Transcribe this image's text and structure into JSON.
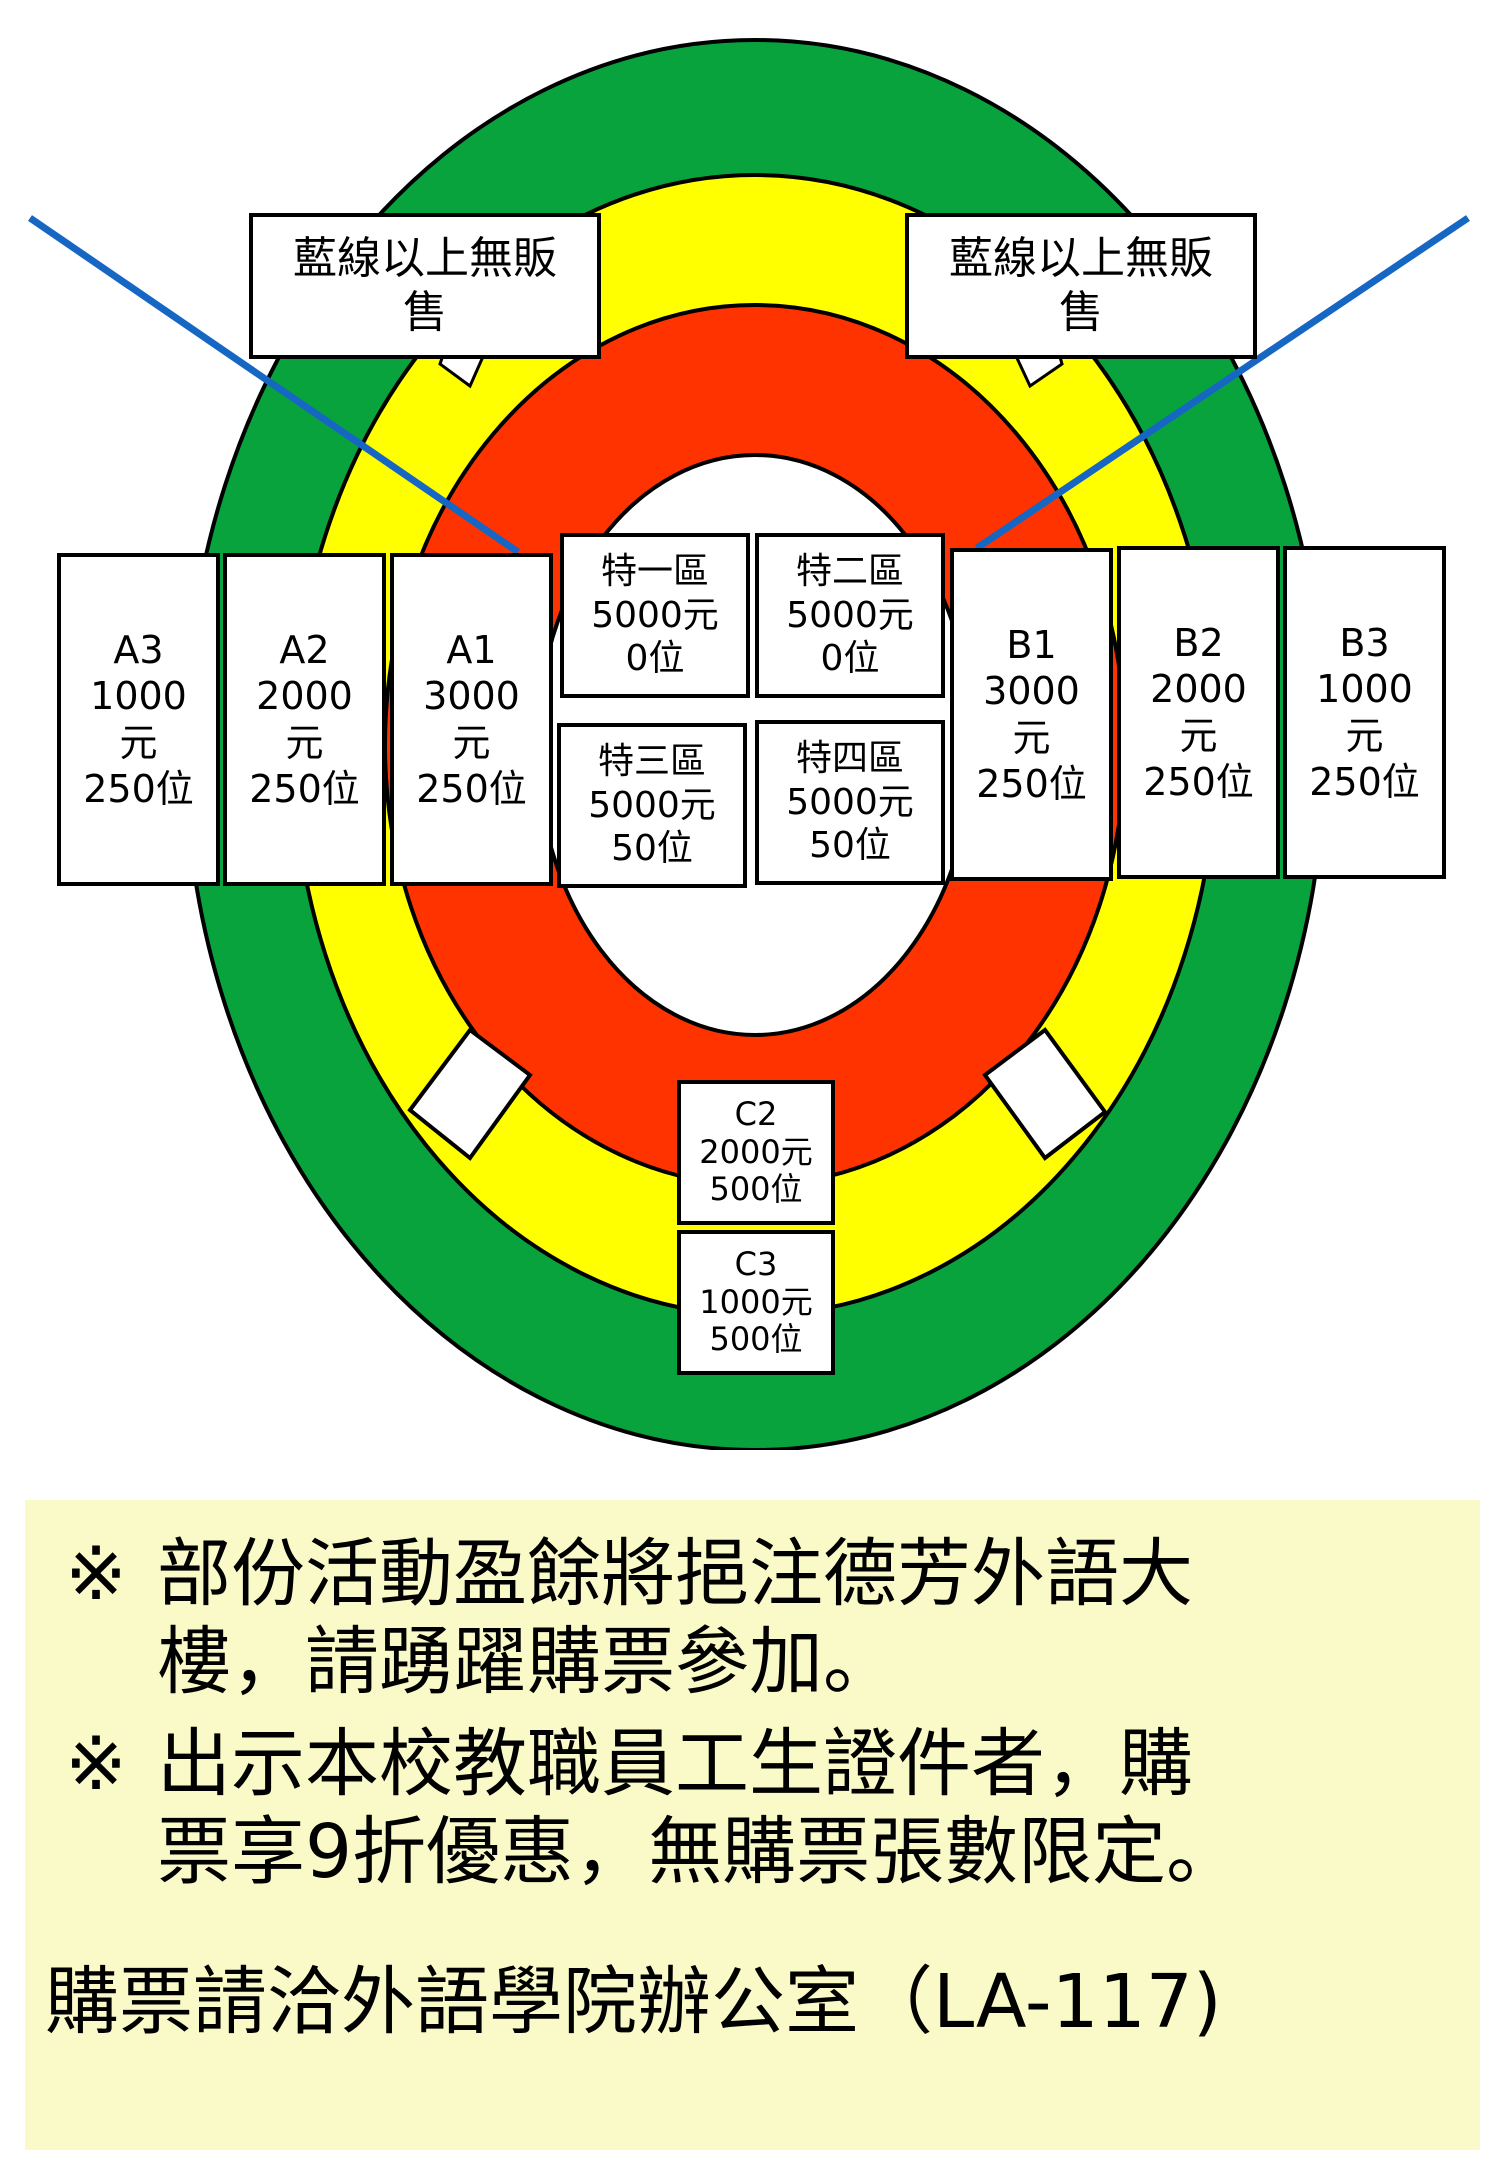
{
  "colors": {
    "green": "#09a33d",
    "yellow": "#ffff00",
    "red": "#ff3300",
    "blue_line": "#1666c4",
    "panel_bg": "#fafac8"
  },
  "notices": [
    {
      "lines": [
        "藍線以上無販",
        "售"
      ]
    },
    {
      "lines": [
        "藍線以上無販",
        "售"
      ]
    }
  ],
  "side_sections": [
    {
      "name": "A3",
      "price": "1000",
      "unit": "元",
      "seats": "250位"
    },
    {
      "name": "A2",
      "price": "2000",
      "unit": "元",
      "seats": "250位"
    },
    {
      "name": "A1",
      "price": "3000",
      "unit": "元",
      "seats": "250位"
    },
    {
      "name": "B1",
      "price": "3000",
      "unit": "元",
      "seats": "250位"
    },
    {
      "name": "B2",
      "price": "2000",
      "unit": "元",
      "seats": "250位"
    },
    {
      "name": "B3",
      "price": "1000",
      "unit": "元",
      "seats": "250位"
    }
  ],
  "special_zones": [
    {
      "name": "特一區",
      "price": "5000元",
      "seats": "0位"
    },
    {
      "name": "特二區",
      "price": "5000元",
      "seats": "0位"
    },
    {
      "name": "特三區",
      "price": "5000元",
      "seats": "50位"
    },
    {
      "name": "特四區",
      "price": "5000元",
      "seats": "50位"
    }
  ],
  "c_sections": [
    {
      "name": "C2",
      "price": "2000元",
      "seats": "500位"
    },
    {
      "name": "C3",
      "price": "1000元",
      "seats": "500位"
    }
  ],
  "info": {
    "bullet_mark": "※",
    "bullets": [
      {
        "lines": [
          "部份活動盈餘將挹注德芳外語大",
          "樓，請踴躍購票參加。"
        ]
      },
      {
        "lines": [
          "出示本校教職員工生證件者，購",
          "票享9折優惠，無購票張數限定。"
        ]
      }
    ],
    "footer": "購票請洽外語學院辦公室（LA-117)"
  }
}
